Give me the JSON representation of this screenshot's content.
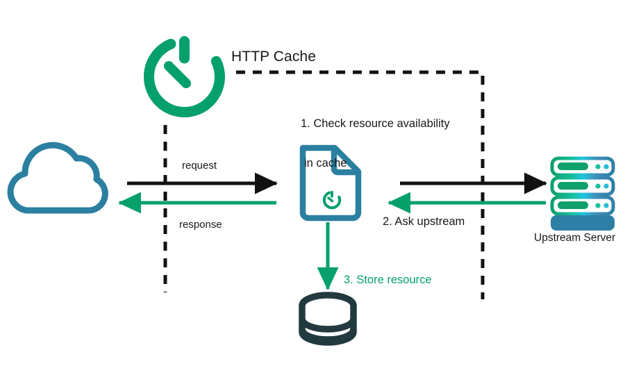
{
  "diagram": {
    "title": "HTTP Cache diagram",
    "type": "flow-diagram",
    "colors": {
      "green": "#06A06B",
      "blue": "#2B7FA0",
      "dark": "#22393F",
      "black": "#111111",
      "cyan": "#22BDD6",
      "server_blue": "#2E7FA6"
    },
    "boundary": {
      "label": "HTTP Cache",
      "style": "dashed"
    },
    "nodes": [
      {
        "id": "client",
        "icon": "cloud-icon",
        "label": ""
      },
      {
        "id": "cache",
        "icon": "document-clock-icon",
        "label": ""
      },
      {
        "id": "store",
        "icon": "database-icon",
        "label": ""
      },
      {
        "id": "upstream",
        "icon": "server-stack-icon",
        "label": "Upstream Server"
      },
      {
        "id": "timer",
        "icon": "timer-icon",
        "label": ""
      }
    ],
    "edges": [
      {
        "id": "request",
        "label": "request",
        "color": "black",
        "direction": "right"
      },
      {
        "id": "response",
        "label": "response",
        "color": "green",
        "direction": "left"
      },
      {
        "id": "ask-up",
        "label": "",
        "color": "black",
        "direction": "right"
      },
      {
        "id": "reply-up",
        "label": "",
        "color": "green",
        "direction": "left"
      },
      {
        "id": "store-res",
        "label": "",
        "color": "green",
        "direction": "down"
      }
    ],
    "steps": [
      {
        "number": "1.",
        "text": "1. Check resource availability",
        "text2": "in cache",
        "color": "black"
      },
      {
        "number": "2.",
        "text": "2. Ask upstream",
        "text2": "",
        "color": "black"
      },
      {
        "number": "3.",
        "text": "3. Store resource",
        "text2": "",
        "color": "green"
      }
    ]
  }
}
